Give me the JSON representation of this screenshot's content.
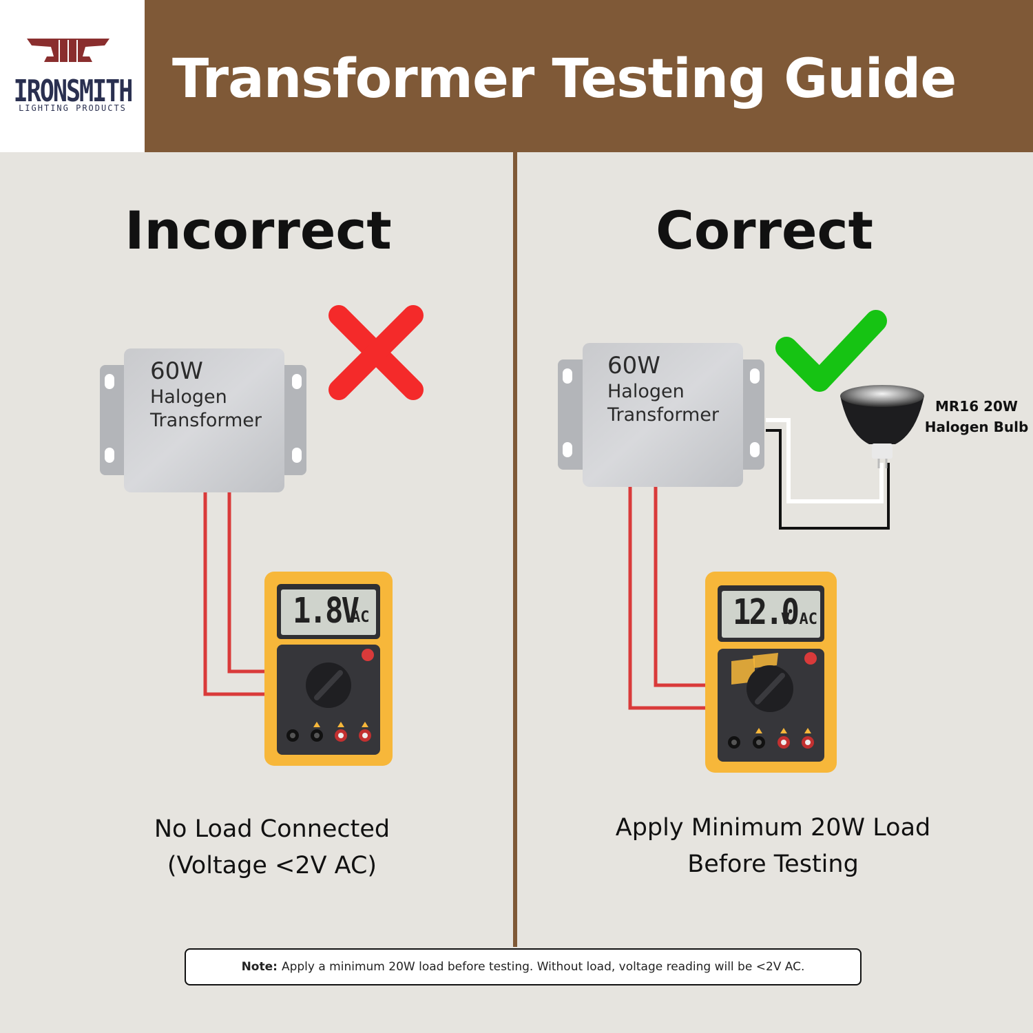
{
  "header": {
    "logo_name": "IRONSMITH",
    "logo_subtitle": "LIGHTING PRODUCTS",
    "title": "Transformer Testing Guide"
  },
  "incorrect": {
    "title": "Incorrect",
    "transformer": {
      "watt": "60W",
      "line1": "Halogen",
      "line2": "Transformer"
    },
    "meter": {
      "reading": "1.8V",
      "unit": "AC"
    },
    "caption_line1": "No Load Connected",
    "caption_line2": "(Voltage <2V AC)"
  },
  "correct": {
    "title": "Correct",
    "transformer": {
      "watt": "60W",
      "line1": "Halogen",
      "line2": "Transformer"
    },
    "meter": {
      "reading": "12.0",
      "unit": "V AC"
    },
    "bulb_line1": "MR16 20W",
    "bulb_line2": "Halogen Bulb",
    "caption_line1": "Apply Minimum 20W Load",
    "caption_line2": "Before Testing"
  },
  "note": {
    "label": "Note:",
    "text": "Apply a minimum 20W load before testing. Without load, voltage reading will be <2V AC."
  },
  "colors": {
    "header_brown": "#7f5937",
    "background": "#e6e4df",
    "wrong_red": "#f42a2a",
    "right_green": "#16c313",
    "meter_yellow": "#f7b73a",
    "wire_red": "#d93a3a"
  }
}
